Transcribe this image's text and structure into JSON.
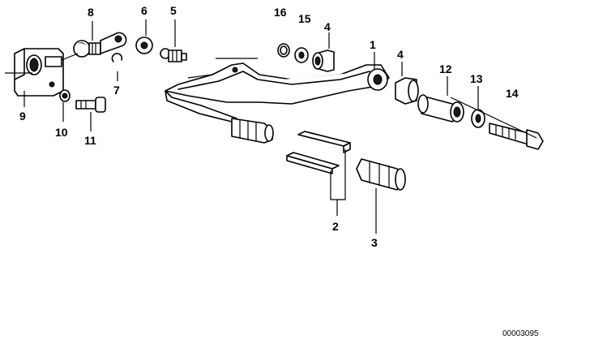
{
  "labels": {
    "l1": "1",
    "l2": "2",
    "l3": "3",
    "l4a": "4",
    "l4b": "4",
    "l5": "5",
    "l6": "6",
    "l7": "7",
    "l8": "8",
    "l9": "9",
    "l10": "10",
    "l11": "11",
    "l12": "12",
    "l13": "13",
    "l14": "14",
    "l15": "15",
    "l16": "16"
  },
  "diagram_code": "00003095"
}
